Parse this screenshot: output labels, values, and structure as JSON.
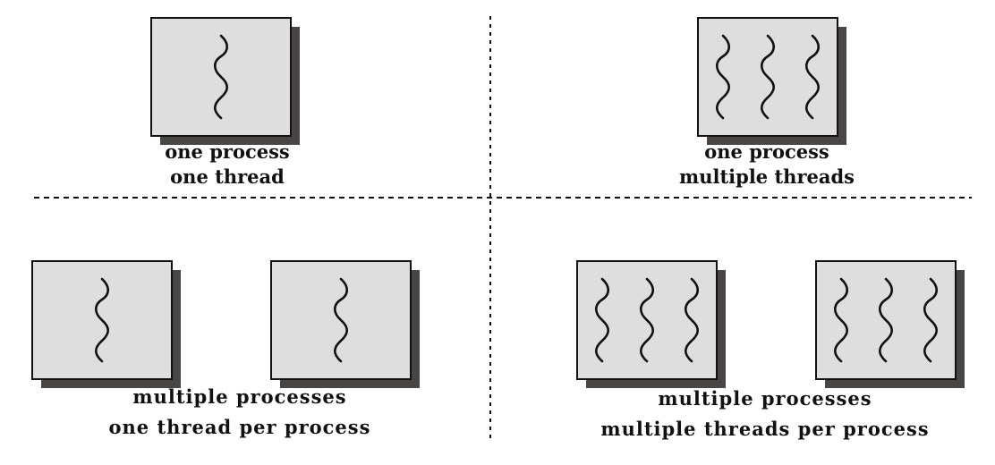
{
  "colors": {
    "box_fill": "#dedede",
    "box_border": "#111111",
    "box_shadow": "#4a4545",
    "thread_stroke": "#111111",
    "divider": "#111111"
  },
  "quadrants": {
    "top_left": {
      "line1": "one process",
      "line2": "one thread",
      "processes": 1,
      "threads_per_process": 1
    },
    "top_right": {
      "line1": "one process",
      "line2": "multiple threads",
      "processes": 1,
      "threads_per_process": 3
    },
    "bottom_left": {
      "line1": "multiple processes",
      "line2": "one thread per process",
      "processes": 2,
      "threads_per_process": 1
    },
    "bottom_right": {
      "line1": "multiple processes",
      "line2": "multiple threads per process",
      "processes": 2,
      "threads_per_process": 3
    }
  }
}
